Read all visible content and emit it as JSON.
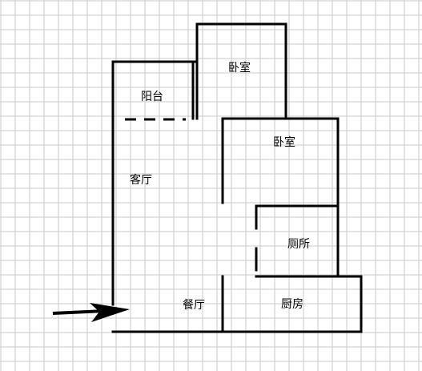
{
  "floorplan": {
    "rooms": {
      "bedroom_top": "卧室",
      "balcony": "阳台",
      "bedroom_middle": "卧室",
      "living_room": "客厅",
      "toilet": "厕所",
      "dining_room": "餐厅",
      "kitchen": "厨房"
    },
    "colors": {
      "background": "#ffffff",
      "grid": "#c8c8c8",
      "wall": "#000000",
      "entrance_arrow": "#000000"
    },
    "grid": true,
    "entrance_icon": "arrow-right-icon"
  }
}
